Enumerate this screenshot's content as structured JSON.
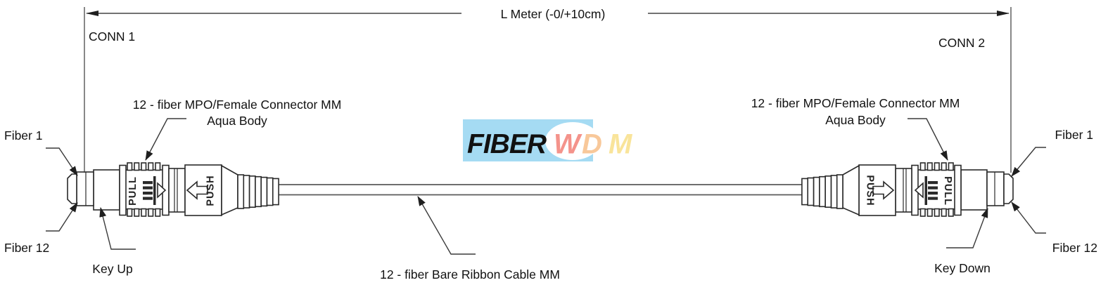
{
  "colors": {
    "line": "#2a2a2a",
    "leader": "#3a3a3a",
    "text": "#111111",
    "background": "#ffffff"
  },
  "dimension": {
    "label": "L Meter (-0/+10cm)"
  },
  "connector_left": {
    "name": "CONN 1",
    "desc_line1": "12 - fiber MPO/Female Connector MM",
    "desc_line2": "Aqua Body",
    "fiber_first": "Fiber 1",
    "fiber_last": "Fiber 12",
    "key_orientation": "Key Up",
    "pull_marking": "PULL",
    "push_marking": "PUSH"
  },
  "connector_right": {
    "name": "CONN 2",
    "desc_line1": "12 - fiber MPO/Female Connector MM",
    "desc_line2": "Aqua Body",
    "fiber_first": "Fiber 1",
    "fiber_last": "Fiber 12",
    "key_orientation": "Key Down",
    "pull_marking": "PULL",
    "push_marking": "PUSH"
  },
  "cable": {
    "label": "12 - fiber Bare Ribbon Cable MM"
  },
  "logo": {
    "word": "FIBER",
    "word_color": "#ffffff",
    "background_color": "#A5DBF3",
    "letters": [
      {
        "char": "W",
        "color": "#F4938B"
      },
      {
        "char": "D",
        "color": "#F8C89A"
      },
      {
        "char": "M",
        "color": "#F9E49A"
      }
    ]
  }
}
